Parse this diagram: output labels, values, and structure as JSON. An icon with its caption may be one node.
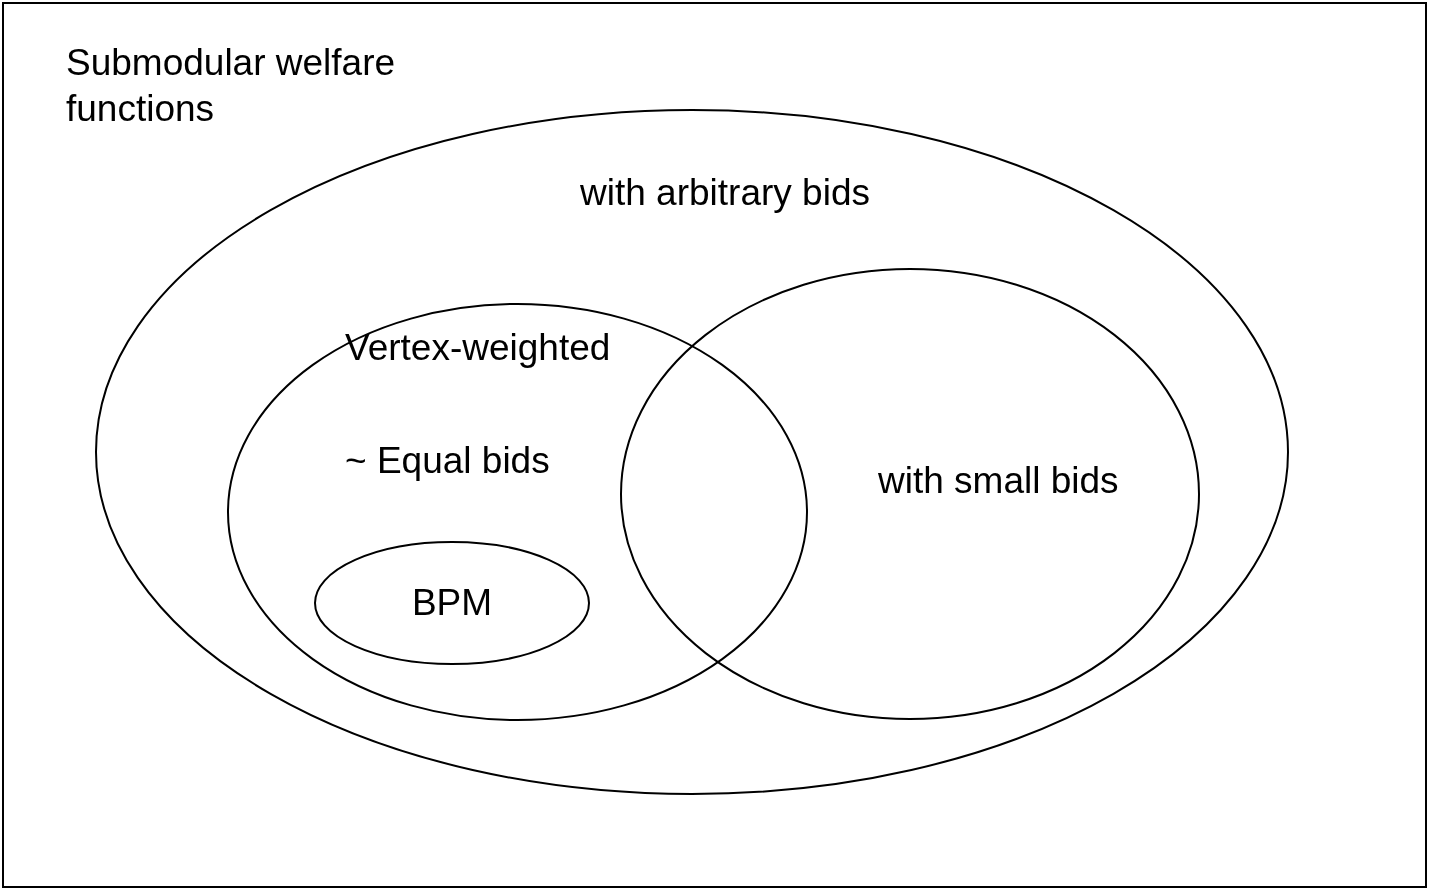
{
  "diagram": {
    "nodes": [
      {
        "text": [
          "Submodular welfare functions"
        ]
      },
      {
        "text": [
          "with arbitrary bids"
        ],
        "in": 0
      },
      {
        "text": [
          "Vertex-weighted",
          "~ Equal bids"
        ],
        "in": 1
      },
      {
        "text": [
          "with small bids"
        ],
        "in": 1
      },
      {
        "text": [
          "BPM"
        ],
        "in": 2
      }
    ]
  }
}
